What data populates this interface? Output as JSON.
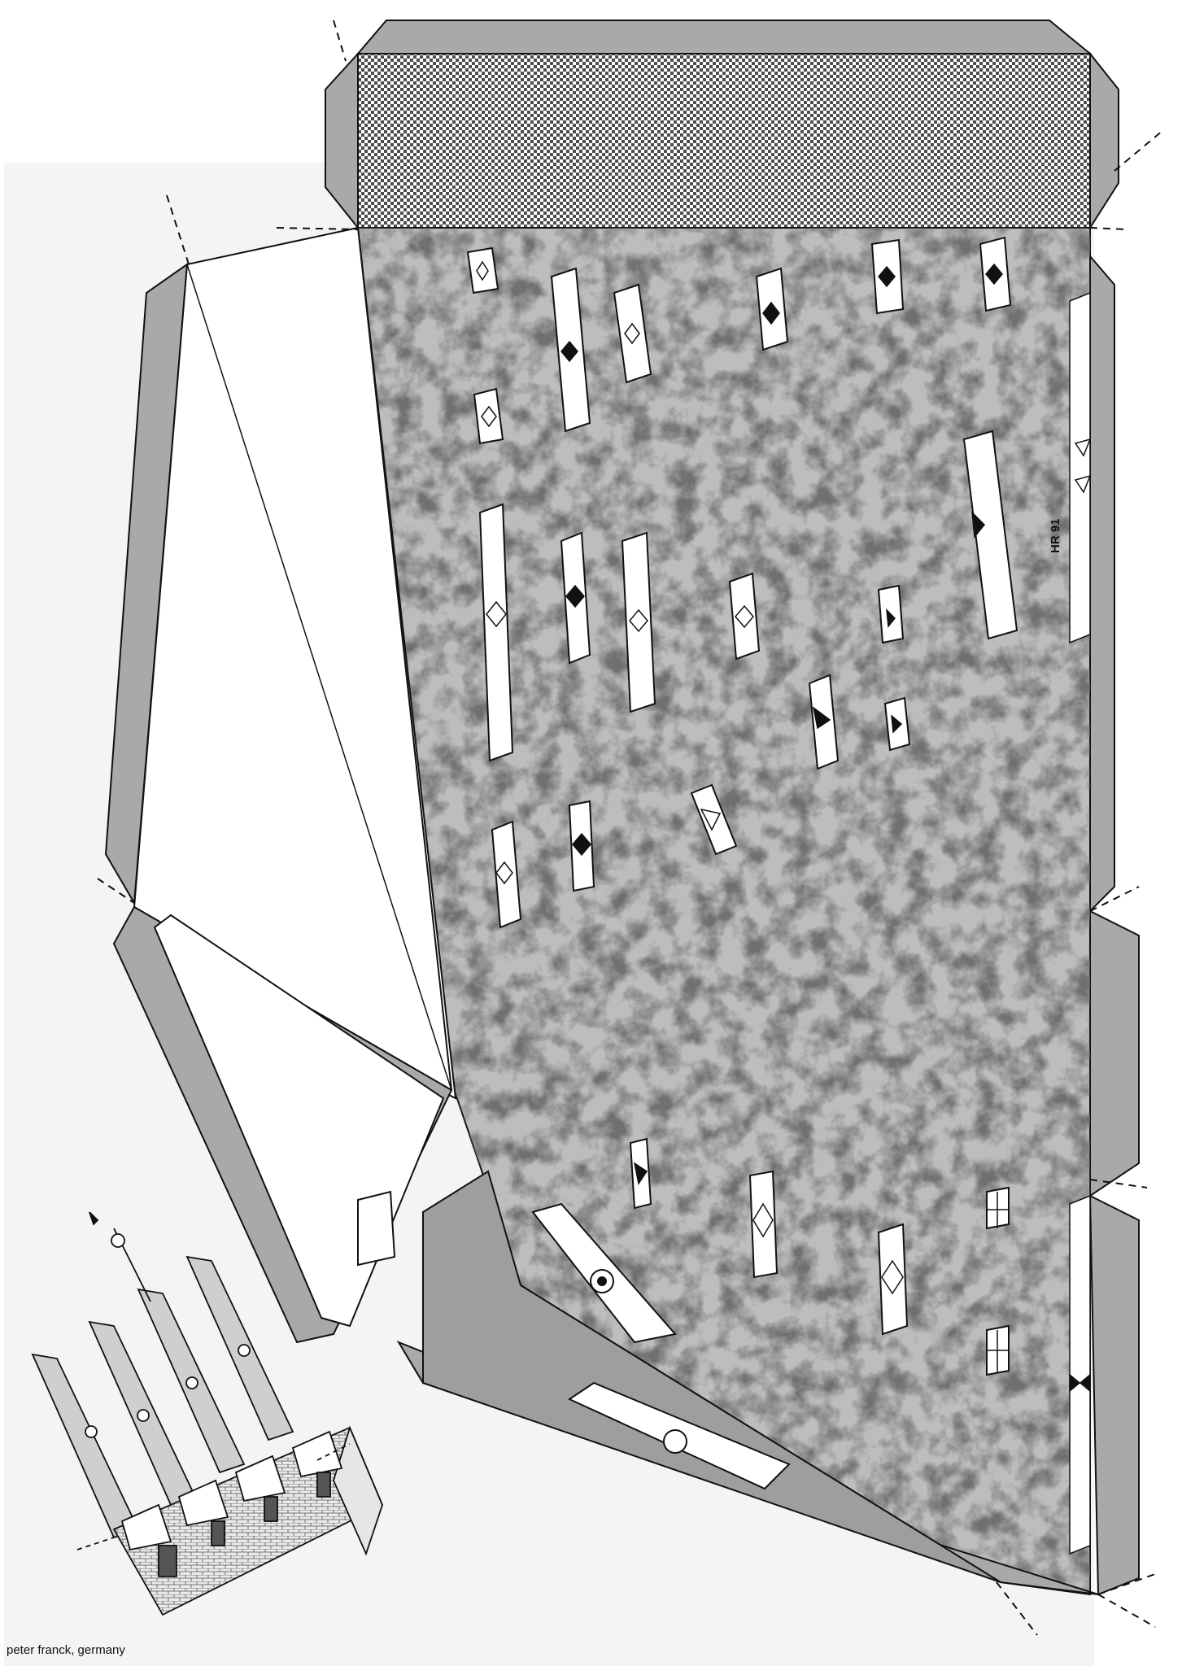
{
  "image": {
    "kind": "paper model cut-out sheet",
    "colors": {
      "paper": "#ffffff",
      "sheet_edge": "#f3f3f3",
      "glue_tab": "#a9a9a9",
      "wall_texture": "#bdbdbd",
      "dark_marks": "#3a3a3a",
      "roof_pattern": "#4d4d4d",
      "line": "#111111"
    }
  },
  "signature": {
    "initials": "HR 91"
  },
  "credit": {
    "text": "peter franck, germany"
  }
}
